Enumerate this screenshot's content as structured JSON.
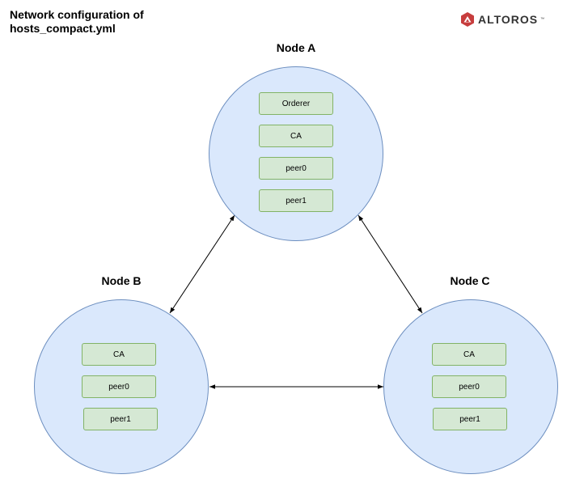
{
  "title": "Network configuration of hosts_compact.yml",
  "title_lines": [
    "Network configuration of",
    "hosts_compact.yml"
  ],
  "logo": {
    "text": "ALTOROS",
    "tm": "™",
    "color": "#c73d3d"
  },
  "colors": {
    "node_fill": "#dae8fc",
    "node_stroke": "#6c8ebf",
    "service_fill": "#d5e8d4",
    "service_stroke": "#82b366"
  },
  "nodes": {
    "a": {
      "label": "Node A",
      "services": [
        "Orderer",
        "CA",
        "peer0",
        "peer1"
      ]
    },
    "b": {
      "label": "Node B",
      "services": [
        "CA",
        "peer0",
        "peer1"
      ]
    },
    "c": {
      "label": "Node C",
      "services": [
        "CA",
        "peer0",
        "peer1"
      ]
    }
  },
  "connections": [
    {
      "from": "Node A",
      "to": "Node B",
      "bidirectional": true
    },
    {
      "from": "Node A",
      "to": "Node C",
      "bidirectional": true
    },
    {
      "from": "Node B",
      "to": "Node C",
      "bidirectional": true
    }
  ]
}
